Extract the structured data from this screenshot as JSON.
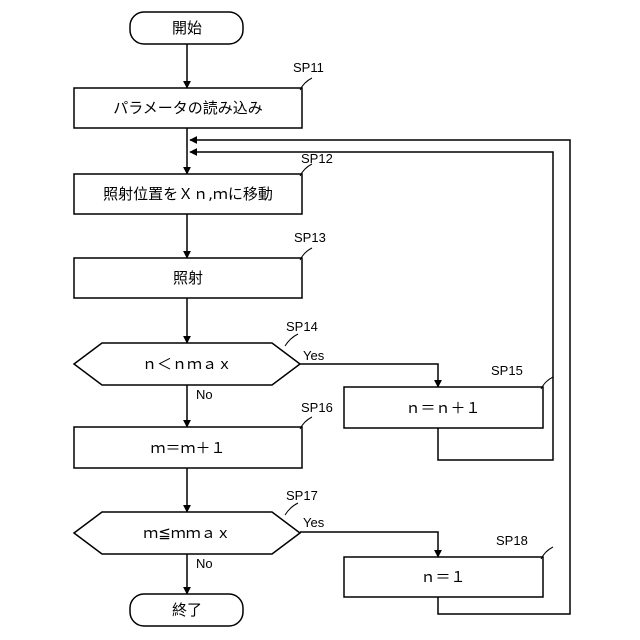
{
  "nodes": {
    "start": "開始",
    "read_params": "パラメータの読み込み",
    "move_position": "照射位置をＸｎ,ｍに移動",
    "irradiate": "照射",
    "check_n": "ｎ＜ｎｍａｘ",
    "increment_n": "ｎ＝ｎ＋１",
    "increment_m": "ｍ＝ｍ＋１",
    "check_m": "ｍ≦ｍｍａｘ",
    "reset_n": "ｎ＝１",
    "end": "終了"
  },
  "steps": {
    "sp11": "SP11",
    "sp12": "SP12",
    "sp13": "SP13",
    "sp14": "SP14",
    "sp15": "SP15",
    "sp16": "SP16",
    "sp17": "SP17",
    "sp18": "SP18"
  },
  "branches": {
    "sp14_yes": "Yes",
    "sp14_no": "No",
    "sp17_yes": "Yes",
    "sp17_no": "No"
  }
}
